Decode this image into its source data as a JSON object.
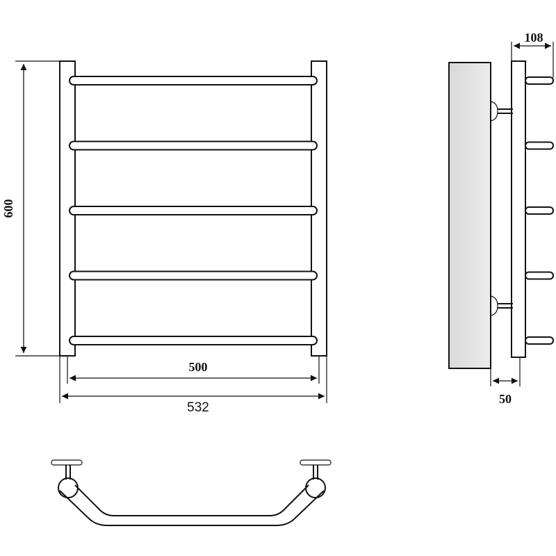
{
  "dimensions": {
    "height": "600",
    "inner_width": "500",
    "outer_width": "532",
    "wall_depth": "50",
    "rung_depth": "108"
  },
  "rungs": 5
}
